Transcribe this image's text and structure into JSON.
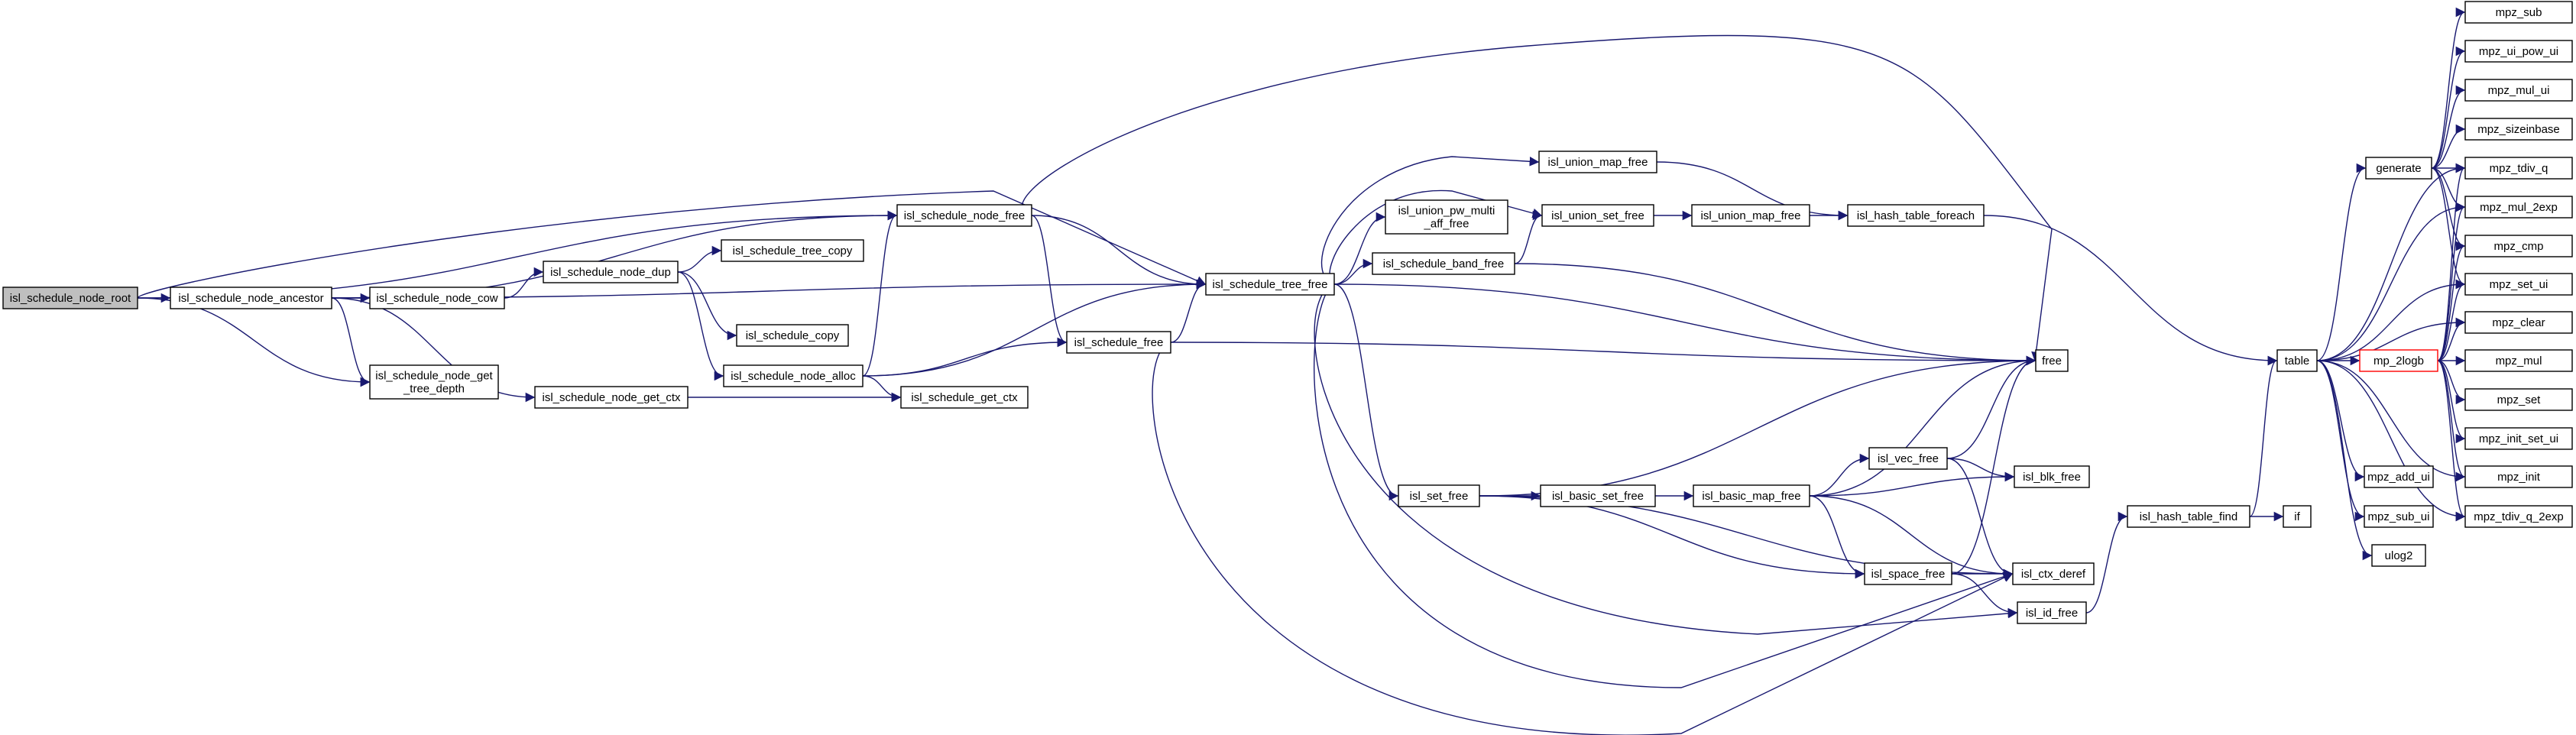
{
  "colors": {
    "edge": "#191970",
    "root_fill": "#bfbfbf",
    "highlight_border": "#ff0000"
  },
  "nodes": {
    "isl_schedule_node_root": [
      "isl_schedule_node_root"
    ],
    "isl_schedule_node_ancestor": [
      "isl_schedule_node_ancestor"
    ],
    "isl_schedule_node_get_tree_depth": [
      "isl_schedule_node_get",
      "_tree_depth"
    ],
    "isl_schedule_node_free": [
      "isl_schedule_node_free"
    ],
    "isl_schedule_tree_free": [
      "isl_schedule_tree_free"
    ],
    "isl_schedule_node_cow": [
      "isl_schedule_node_cow"
    ],
    "isl_schedule_node_get_ctx": [
      "isl_schedule_node_get_ctx"
    ],
    "isl_schedule_node_dup": [
      "isl_schedule_node_dup"
    ],
    "isl_schedule_tree_copy": [
      "isl_schedule_tree_copy"
    ],
    "isl_schedule_copy": [
      "isl_schedule_copy"
    ],
    "isl_schedule_node_alloc": [
      "isl_schedule_node_alloc"
    ],
    "isl_schedule_get_ctx": [
      "isl_schedule_get_ctx"
    ],
    "isl_schedule_free": [
      "isl_schedule_free"
    ],
    "isl_union_map_free_top": [
      "isl_union_map_free"
    ],
    "isl_union_pw_multi_aff_free": [
      "isl_union_pw_multi",
      "_aff_free"
    ],
    "isl_union_set_free": [
      "isl_union_set_free"
    ],
    "isl_union_map_free_mid": [
      "isl_union_map_free"
    ],
    "isl_schedule_band_free": [
      "isl_schedule_band_free"
    ],
    "isl_hash_table_foreach": [
      "isl_hash_table_foreach"
    ],
    "free": [
      "free"
    ],
    "isl_set_free": [
      "isl_set_free"
    ],
    "isl_basic_set_free": [
      "isl_basic_set_free"
    ],
    "isl_basic_map_free": [
      "isl_basic_map_free"
    ],
    "isl_vec_free": [
      "isl_vec_free"
    ],
    "isl_blk_free": [
      "isl_blk_free"
    ],
    "isl_space_free": [
      "isl_space_free"
    ],
    "isl_ctx_deref": [
      "isl_ctx_deref"
    ],
    "isl_id_free": [
      "isl_id_free"
    ],
    "isl_hash_table_find": [
      "isl_hash_table_find"
    ],
    "if": [
      "if"
    ],
    "table": [
      "table"
    ],
    "generate": [
      "generate"
    ],
    "mp_2logb": [
      "mp_2logb"
    ],
    "mpz_add_ui": [
      "mpz_add_ui"
    ],
    "mpz_sub_ui": [
      "mpz_sub_ui"
    ],
    "ulog2": [
      "ulog2"
    ],
    "mpz_sub": [
      "mpz_sub"
    ],
    "mpz_ui_pow_ui": [
      "mpz_ui_pow_ui"
    ],
    "mpz_mul_ui": [
      "mpz_mul_ui"
    ],
    "mpz_sizeinbase": [
      "mpz_sizeinbase"
    ],
    "mpz_tdiv_q": [
      "mpz_tdiv_q"
    ],
    "mpz_mul_2exp": [
      "mpz_mul_2exp"
    ],
    "mpz_cmp": [
      "mpz_cmp"
    ],
    "mpz_set_ui": [
      "mpz_set_ui"
    ],
    "mpz_clear": [
      "mpz_clear"
    ],
    "mpz_mul": [
      "mpz_mul"
    ],
    "mpz_set": [
      "mpz_set"
    ],
    "mpz_init_set_ui": [
      "mpz_init_set_ui"
    ],
    "mpz_init": [
      "mpz_init"
    ],
    "mpz_tdiv_q_2exp": [
      "mpz_tdiv_q_2exp"
    ]
  },
  "edges": [
    [
      "isl_schedule_node_root",
      "isl_schedule_node_ancestor"
    ],
    [
      "isl_schedule_node_root",
      "isl_schedule_node_get_tree_depth"
    ],
    [
      "isl_schedule_node_root",
      "isl_schedule_node_free"
    ],
    [
      "isl_schedule_node_root",
      "isl_schedule_tree_free"
    ],
    [
      "isl_schedule_node_ancestor",
      "isl_schedule_node_cow"
    ],
    [
      "isl_schedule_node_ancestor",
      "isl_schedule_node_free"
    ],
    [
      "isl_schedule_node_ancestor",
      "isl_schedule_node_get_ctx"
    ],
    [
      "isl_schedule_node_ancestor",
      "isl_schedule_node_get_tree_depth"
    ],
    [
      "isl_schedule_node_ancestor",
      "isl_schedule_tree_free"
    ],
    [
      "isl_schedule_node_cow",
      "isl_schedule_node_dup"
    ],
    [
      "isl_schedule_node_dup",
      "isl_schedule_tree_copy"
    ],
    [
      "isl_schedule_node_dup",
      "isl_schedule_copy"
    ],
    [
      "isl_schedule_node_dup",
      "isl_schedule_node_alloc"
    ],
    [
      "isl_schedule_node_alloc",
      "isl_schedule_node_free"
    ],
    [
      "isl_schedule_node_alloc",
      "isl_schedule_get_ctx"
    ],
    [
      "isl_schedule_node_alloc",
      "isl_schedule_tree_free"
    ],
    [
      "isl_schedule_node_alloc",
      "isl_schedule_free"
    ],
    [
      "isl_schedule_node_get_ctx",
      "isl_schedule_get_ctx"
    ],
    [
      "isl_schedule_node_free",
      "isl_schedule_tree_free"
    ],
    [
      "isl_schedule_node_free",
      "isl_schedule_free"
    ],
    [
      "isl_schedule_node_free",
      "free"
    ],
    [
      "isl_schedule_free",
      "isl_schedule_tree_free"
    ],
    [
      "isl_schedule_free",
      "free"
    ],
    [
      "isl_schedule_free",
      "isl_ctx_deref"
    ],
    [
      "isl_schedule_tree_free",
      "isl_union_map_free_top"
    ],
    [
      "isl_schedule_tree_free",
      "isl_union_pw_multi_aff_free"
    ],
    [
      "isl_schedule_tree_free",
      "isl_union_set_free"
    ],
    [
      "isl_schedule_tree_free",
      "isl_schedule_band_free"
    ],
    [
      "isl_schedule_tree_free",
      "free"
    ],
    [
      "isl_schedule_tree_free",
      "isl_set_free"
    ],
    [
      "isl_schedule_tree_free",
      "isl_ctx_deref"
    ],
    [
      "isl_schedule_tree_free",
      "isl_id_free"
    ],
    [
      "isl_union_map_free_top",
      "isl_hash_table_foreach"
    ],
    [
      "isl_union_set_free",
      "isl_union_map_free_mid"
    ],
    [
      "isl_union_map_free_mid",
      "isl_hash_table_foreach"
    ],
    [
      "isl_schedule_band_free",
      "isl_union_set_free"
    ],
    [
      "isl_schedule_band_free",
      "free"
    ],
    [
      "isl_hash_table_foreach",
      "table"
    ],
    [
      "isl_set_free",
      "isl_basic_set_free"
    ],
    [
      "isl_set_free",
      "free"
    ],
    [
      "isl_set_free",
      "isl_space_free"
    ],
    [
      "isl_set_free",
      "isl_ctx_deref"
    ],
    [
      "isl_basic_set_free",
      "isl_basic_map_free"
    ],
    [
      "isl_basic_map_free",
      "isl_vec_free"
    ],
    [
      "isl_basic_map_free",
      "isl_blk_free"
    ],
    [
      "isl_basic_map_free",
      "free"
    ],
    [
      "isl_basic_map_free",
      "isl_space_free"
    ],
    [
      "isl_basic_map_free",
      "isl_ctx_deref"
    ],
    [
      "isl_vec_free",
      "free"
    ],
    [
      "isl_vec_free",
      "isl_blk_free"
    ],
    [
      "isl_vec_free",
      "isl_ctx_deref"
    ],
    [
      "isl_space_free",
      "free"
    ],
    [
      "isl_space_free",
      "isl_ctx_deref"
    ],
    [
      "isl_space_free",
      "isl_id_free"
    ],
    [
      "isl_id_free",
      "isl_hash_table_find"
    ],
    [
      "isl_hash_table_find",
      "if"
    ],
    [
      "isl_hash_table_find",
      "table"
    ],
    [
      "table",
      "generate"
    ],
    [
      "table",
      "mp_2logb"
    ],
    [
      "table",
      "mpz_add_ui"
    ],
    [
      "table",
      "mpz_sub_ui"
    ],
    [
      "table",
      "ulog2"
    ],
    [
      "table",
      "mpz_tdiv_q"
    ],
    [
      "table",
      "mpz_mul_2exp"
    ],
    [
      "table",
      "mpz_set_ui"
    ],
    [
      "table",
      "mpz_clear"
    ],
    [
      "table",
      "mpz_init"
    ],
    [
      "table",
      "mpz_tdiv_q_2exp"
    ],
    [
      "generate",
      "mpz_sub"
    ],
    [
      "generate",
      "mpz_ui_pow_ui"
    ],
    [
      "generate",
      "mpz_mul_ui"
    ],
    [
      "generate",
      "mpz_sizeinbase"
    ],
    [
      "generate",
      "mpz_tdiv_q"
    ],
    [
      "generate",
      "mpz_mul_2exp"
    ],
    [
      "generate",
      "mpz_cmp"
    ],
    [
      "generate",
      "mpz_set_ui"
    ],
    [
      "mp_2logb",
      "mpz_tdiv_q"
    ],
    [
      "mp_2logb",
      "mpz_mul_2exp"
    ],
    [
      "mp_2logb",
      "mpz_cmp"
    ],
    [
      "mp_2logb",
      "mpz_set_ui"
    ],
    [
      "mp_2logb",
      "mpz_clear"
    ],
    [
      "mp_2logb",
      "mpz_mul"
    ],
    [
      "mp_2logb",
      "mpz_set"
    ],
    [
      "mp_2logb",
      "mpz_init_set_ui"
    ],
    [
      "mp_2logb",
      "mpz_init"
    ],
    [
      "mp_2logb",
      "mpz_tdiv_q_2exp"
    ]
  ]
}
